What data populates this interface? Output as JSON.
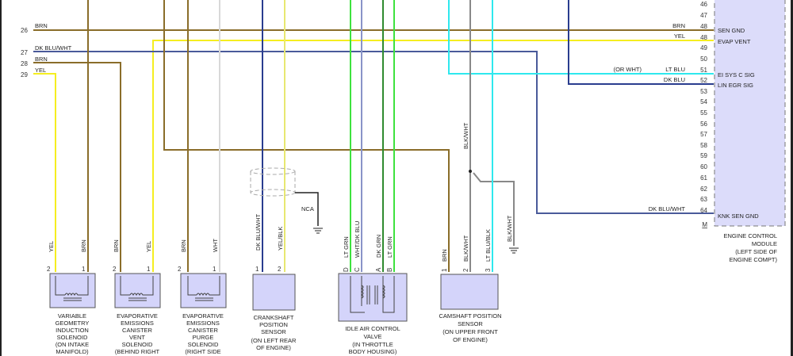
{
  "left_pins": [
    {
      "num": "26",
      "color": "BRN"
    },
    {
      "num": "27",
      "color": "DK BLU/WHT"
    },
    {
      "num": "28",
      "color": "BRN"
    },
    {
      "num": "29",
      "color": "YEL"
    }
  ],
  "ecm": {
    "pins": [
      "46",
      "47",
      "48",
      "48",
      "49",
      "50",
      "51",
      "52",
      "53",
      "54",
      "55",
      "56",
      "57",
      "58",
      "59",
      "60",
      "61",
      "62",
      "63",
      "64"
    ],
    "connector": "M",
    "signals": {
      "p48a": "SEN GND",
      "p48b": "EVAP VENT",
      "p51": "EI SYS C SIG",
      "p52": "LIN EGR SIG",
      "p64": "KNK SEN GND"
    },
    "wire_colors": {
      "p48a": "BRN",
      "p48b": "YEL",
      "p51": "LT BLU",
      "p51_alt": "(OR WHT)",
      "p52": "DK BLU",
      "p64": "DK BLU/WHT"
    },
    "label": [
      "ENGINE CONTROL",
      "MODULE",
      "(LEFT SIDE OF",
      "ENGINE COMPT)"
    ]
  },
  "components": [
    {
      "pins": [
        "2",
        "1"
      ],
      "wires": [
        "YEL",
        "BRN"
      ],
      "label": [
        "VARIABLE",
        "GEOMETRY",
        "INDUCTION",
        "SOLENOID",
        "(ON INTAKE",
        "MANIFOLD)"
      ]
    },
    {
      "pins": [
        "2",
        "1"
      ],
      "wires": [
        "BRN",
        "YEL"
      ],
      "label": [
        "EVAPORATIVE",
        "EMISSIONS",
        "CANISTER",
        "VENT",
        "SOLENOID",
        "(BEHIND RIGHT"
      ]
    },
    {
      "pins": [
        "2",
        "1"
      ],
      "wires": [
        "BRN",
        "WHT"
      ],
      "label": [
        "EVAPORATIVE",
        "EMISSIONS",
        "CANISTER",
        "PURGE",
        "SOLENOID",
        "(RIGHT SIDE"
      ]
    },
    {
      "pins": [
        "1",
        "2"
      ],
      "wires": [
        "DK BLU/WHT",
        "YEL/BLK"
      ],
      "label": [
        "CRANKSHAFT",
        "POSITION",
        "SENSOR",
        "(ON LEFT REAR",
        "OF ENGINE)"
      ],
      "shield": "NCA"
    },
    {
      "pins": [
        "D",
        "C",
        "A",
        "B"
      ],
      "wires": [
        "LT GRN",
        "WHT/DK BLU",
        "DK GRN",
        "LT GRN"
      ],
      "label": [
        "IDLE AIR CONTROL",
        "VALVE",
        "(IN THROTTLE",
        "BODY HOUSING)"
      ]
    },
    {
      "pins": [
        "1",
        "2",
        "3"
      ],
      "wires": [
        "BRN",
        "BLK/WHT",
        "LT BLU/BLK"
      ],
      "label": [
        "CAMSHAFT POSITION",
        "SENSOR",
        "(ON UPPER FRONT",
        "OF ENGINE)"
      ]
    }
  ],
  "ground": {
    "wire": "BLK/WHT",
    "splice_wire": "BLK/WHT"
  },
  "colors": {
    "brn": "#8a6d2a",
    "yel": "#f5ee20",
    "dkblu": "#2a3d8f",
    "dkbluwht": "#4a5a9a",
    "ltgrn": "#3ee23e",
    "dkgrn": "#2f8a2f",
    "ltblu": "#2ee8ee",
    "gray": "#888888",
    "wht": "#d8d8d8",
    "ecm_fill": "#dcdcfa"
  }
}
